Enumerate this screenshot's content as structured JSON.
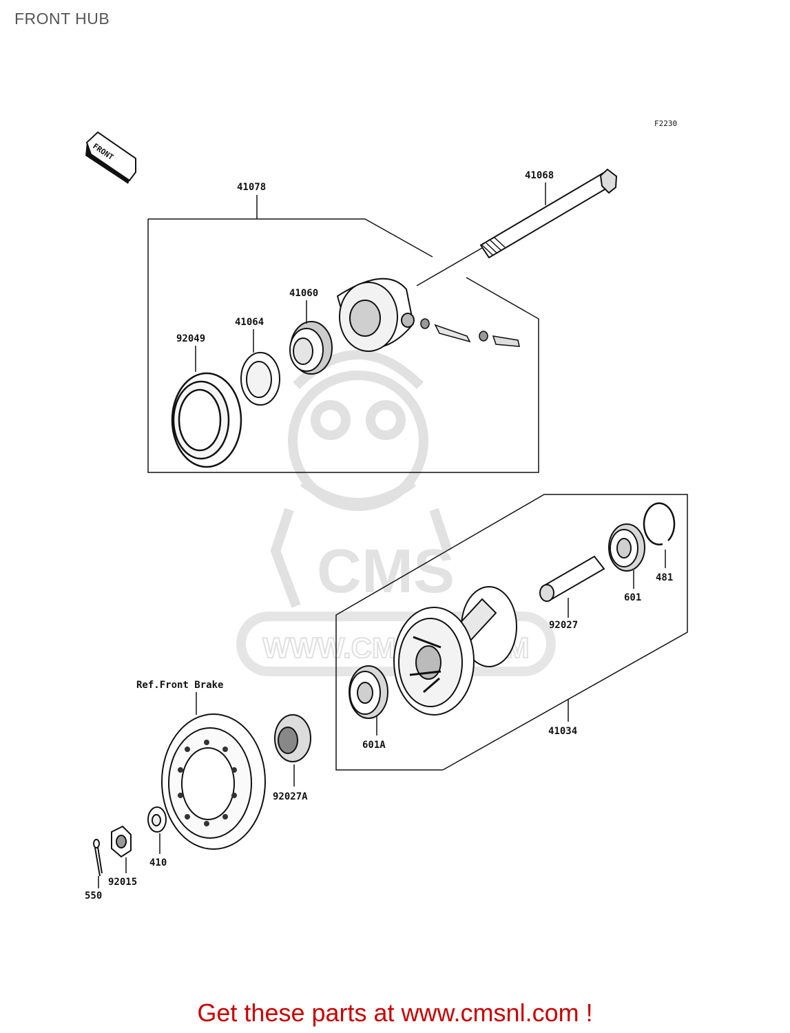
{
  "page": {
    "title": "FRONT HUB",
    "figure_code": "F2230",
    "direction_tag": "FRONT",
    "footer_text": "Get these parts at www.cmsnl.com !"
  },
  "watermark": {
    "brand": "CMS",
    "url": "WWW.CMSNL.COM"
  },
  "parts": {
    "p41078": "41078",
    "p41068": "41068",
    "p41060": "41060",
    "p41064": "41064",
    "p92049": "92049",
    "p481": "481",
    "p601": "601",
    "p92027": "92027",
    "p41034": "41034",
    "p601A": "601A",
    "ref_brake": "Ref.Front Brake",
    "p92027A": "92027A",
    "p410": "410",
    "p92015": "92015",
    "p550": "550"
  },
  "colors": {
    "line": "#111111",
    "watermark": "#d9d9d9",
    "footer": "#cc0000"
  }
}
